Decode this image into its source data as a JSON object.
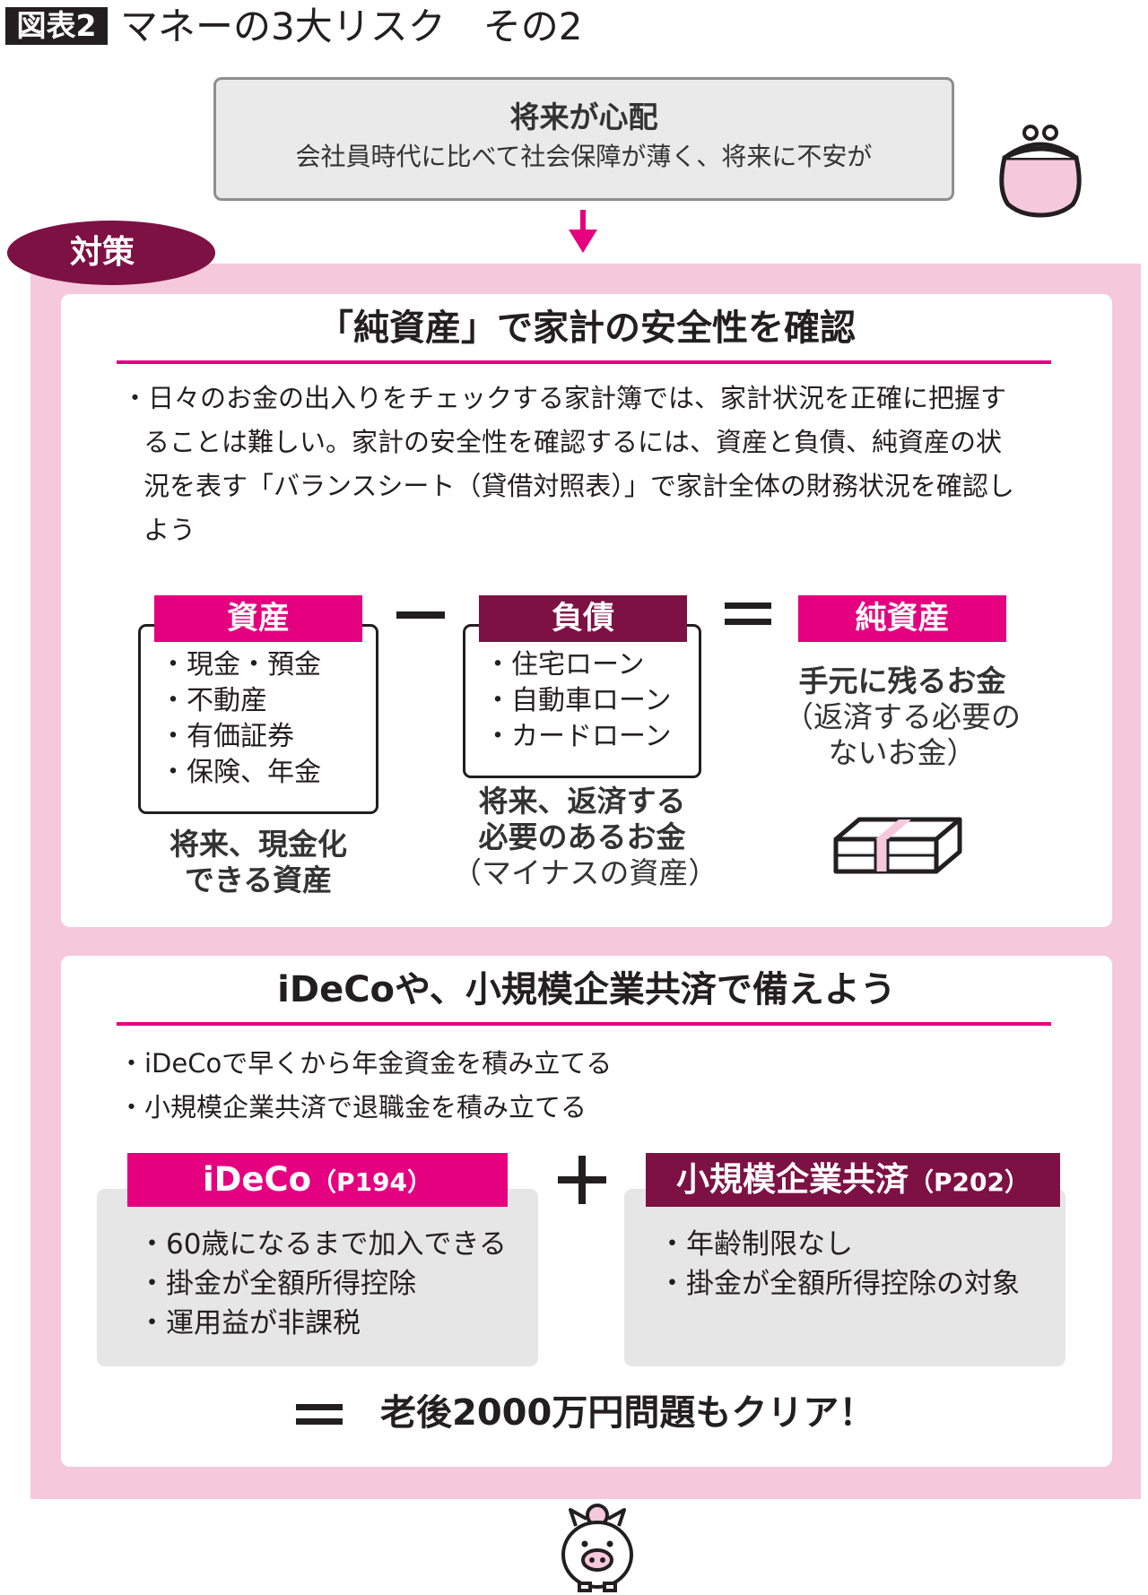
{
  "header": {
    "figure_tag": "図表2",
    "title": "マネーの3大リスク　その2"
  },
  "concern": {
    "heading": "将来が心配",
    "subtext": "会社員時代に比べて社会保障が薄く、将来に不安が"
  },
  "countermeasure_label": "対策",
  "section1": {
    "title": "「純資産」で家計の安全性を確認",
    "bullets": [
      "・日々のお金の出入りをチェックする家計簿では、家計状況を正確に把握することは難しい。家計の安全性を確認するには、資産と負債、純資産の状況を表す「バランスシート（貸借対照表）」で家計全体の財務状況を確認しよう"
    ],
    "assets": {
      "label": "資産",
      "items": [
        "・現金・預金",
        "・不動産",
        "・有価証券",
        "・保険、年金"
      ],
      "caption_line1": "将来、現金化",
      "caption_line2": "できる資産"
    },
    "liabilities": {
      "label": "負債",
      "items": [
        "・住宅ローン",
        "・自動車ローン",
        "・カードローン"
      ],
      "caption_line1": "将来、返済する",
      "caption_line2": "必要のあるお金",
      "caption_note": "（マイナスの資産）"
    },
    "net_assets": {
      "label": "純資産",
      "caption_line1": "手元に残るお金",
      "caption_note1": "（返済する必要の",
      "caption_note2": "ないお金）"
    }
  },
  "section2": {
    "title": "iDeCoや、小規模企業共済で備えよう",
    "bullets": [
      "・iDeCoで早くから年金資金を積み立てる",
      "・小規模企業共済で退職金を積み立てる"
    ],
    "ideco": {
      "name": "iDeCo",
      "ref": "（P194）",
      "items": [
        "・60歳になるまで加入できる",
        "・掛金が全額所得控除",
        "・運用益が非課税"
      ]
    },
    "kyosai": {
      "name": "小規模企業共済",
      "ref": "（P202）",
      "items": [
        "・年齢制限なし",
        "・掛金が全額所得控除の対象"
      ]
    },
    "conclusion": "老後2000万円問題もクリア！"
  },
  "colors": {
    "accent_pink": "#e4007f",
    "maroon": "#7d1144",
    "panel_pink": "#f6c8db"
  },
  "icons": [
    "purse-icon",
    "down-arrow-icon",
    "cash-bundle-icon",
    "piggy-bank-icon"
  ]
}
